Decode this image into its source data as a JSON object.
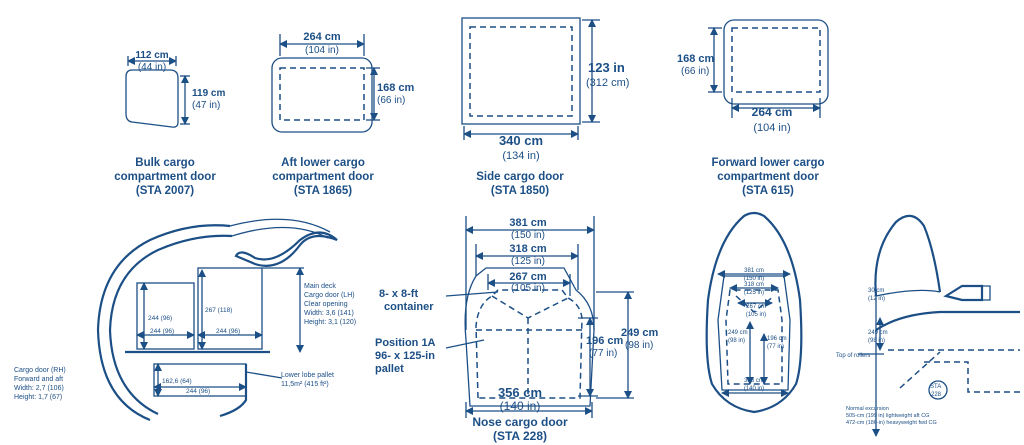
{
  "bulk": {
    "w_cm": "112 cm",
    "w_in": "(44 in)",
    "h_cm": "119 cm",
    "h_in": "(47 in)",
    "caption": [
      "Bulk cargo",
      "compartment door",
      "(STA 2007)"
    ]
  },
  "aft": {
    "w_cm": "264 cm",
    "w_in": "(104 in)",
    "h_cm": "168 cm",
    "h_in": "(66 in)",
    "caption": [
      "Aft lower cargo",
      "compartment door",
      "(STA 1865)"
    ]
  },
  "side": {
    "h_in": "123 in",
    "h_cm": "(312 cm)",
    "w_cm": "340 cm",
    "w_in": "(134 in)",
    "caption": [
      "Side cargo door",
      "(STA 1850)"
    ]
  },
  "fwd": {
    "h_cm": "168 cm",
    "h_in": "(66 in)",
    "w_cm": "264 cm",
    "w_in": "(104 in)",
    "caption": [
      "Forward lower cargo",
      "compartment door",
      "(STA 615)"
    ]
  },
  "fuselage": {
    "pallet_244a": "244 (96)",
    "pallet_267": "267 (118)",
    "base_244a": "244 (96)",
    "base_244b": "244 (96)",
    "lower_162": "162,6 (64)",
    "lower_244": "244 (96)",
    "main_deck": [
      "Main deck",
      "Cargo door (LH)",
      "Clear opening",
      "Width: 3,6 (141)",
      "Height: 3,1 (120)"
    ],
    "cargo_rh": [
      "Cargo door (RH)",
      "Forward and aft",
      "Width: 2,7 (106)",
      "Height: 1,7 (67)"
    ],
    "lower_lobe": [
      "Lower lobe pallet",
      "11,5m² (415 ft²)"
    ]
  },
  "nose": {
    "w381_cm": "381 cm",
    "w381_in": "(150 in)",
    "w318_cm": "318 cm",
    "w318_in": "(125 in)",
    "w267_cm": "267 cm",
    "w267_in": "(105 in)",
    "container": [
      "8- x 8-ft",
      "container"
    ],
    "pallet": [
      "Position 1A",
      "96- x 125-in",
      "pallet"
    ],
    "h196_cm": "196 cm",
    "h196_in": "(77 in)",
    "h249_cm": "249 cm",
    "h249_in": "(98 in)",
    "w356_cm": "356 cm",
    "w356_in": "(140 in)",
    "caption": [
      "Nose cargo door",
      "(STA 228)"
    ]
  },
  "front_view": {
    "d381_cm": "381 cm",
    "d381_in": "(150 in)",
    "d318_cm": "318 cm",
    "d318_in": "(125 in)",
    "d267_cm": "267 cm",
    "d267_in": "(105 in)",
    "d249_cm": "249 cm",
    "d249_in": "(98 in)",
    "d196_cm": "196 cm",
    "d196_in": "(77 in)",
    "d356_cm": "356 cm",
    "d356_in": "(140 in)"
  },
  "side_profile": {
    "d30_cm": "30 cm",
    "d30_in": "(12 in)",
    "d249_cm": "249 cm",
    "d249_in": "(98 in)",
    "top_rollers": "Top of rollers",
    "sta_label": [
      "STA",
      "228"
    ],
    "excursion": [
      "Normal excursion",
      "505-cm (199 in) lightweight aft CG",
      "472-cm (186-in) heavyweight fwd CG"
    ]
  }
}
